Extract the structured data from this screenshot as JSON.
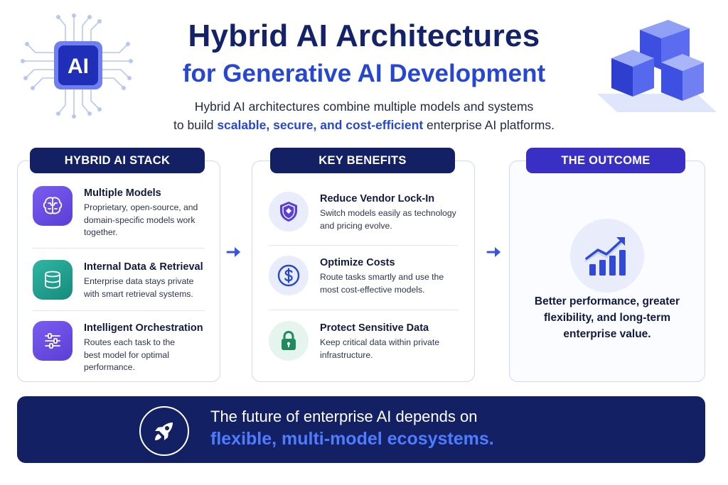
{
  "header": {
    "title_line1": "Hybrid AI Architectures",
    "title_line2": "for Generative AI Development",
    "subtitle_line1": "Hybrid AI architectures combine multiple models and systems",
    "subtitle_line2_pre": "to build ",
    "subtitle_line2_highlight": "scalable, secure, and cost-efficient",
    "subtitle_line2_post": " enterprise AI platforms.",
    "chip_label": "AI"
  },
  "columns": [
    {
      "heading": "HYBRID AI STACK",
      "items": [
        {
          "title": "Multiple Models",
          "description": "Proprietary, open-source, and domain-specific models work together.",
          "icon": "brain-icon"
        },
        {
          "title": "Internal Data & Retrieval",
          "description": "Enterprise data stays private with smart retrieval systems.",
          "icon": "database-icon"
        },
        {
          "title": "Intelligent Orchestration",
          "description": "Routes each task to the best model for optimal performance.",
          "icon": "sliders-icon"
        }
      ]
    },
    {
      "heading": "KEY BENEFITS",
      "items": [
        {
          "title": "Reduce Vendor Lock-In",
          "description": "Switch models easily as technology and pricing evolve.",
          "icon": "shield-icon"
        },
        {
          "title": "Optimize Costs",
          "description": "Route tasks smartly and use the most cost-effective models.",
          "icon": "dollar-icon"
        },
        {
          "title": "Protect Sensitive Data",
          "description": "Keep critical data within private infrastructure.",
          "icon": "lock-icon"
        }
      ]
    },
    {
      "heading": "THE OUTCOME",
      "text": "Better performance, greater flexibility, and long-term enterprise value.",
      "icon": "growth-chart-icon"
    }
  ],
  "footer": {
    "line1": "The future of enterprise AI depends on",
    "line2": "flexible, multi-model ecosystems.",
    "icon": "rocket-icon"
  },
  "colors": {
    "navy": "#142064",
    "accent_blue": "#2647d4",
    "purple": "#5a3fd6",
    "teal": "#178a7d",
    "outcome_pill": "#3a2fc4"
  }
}
